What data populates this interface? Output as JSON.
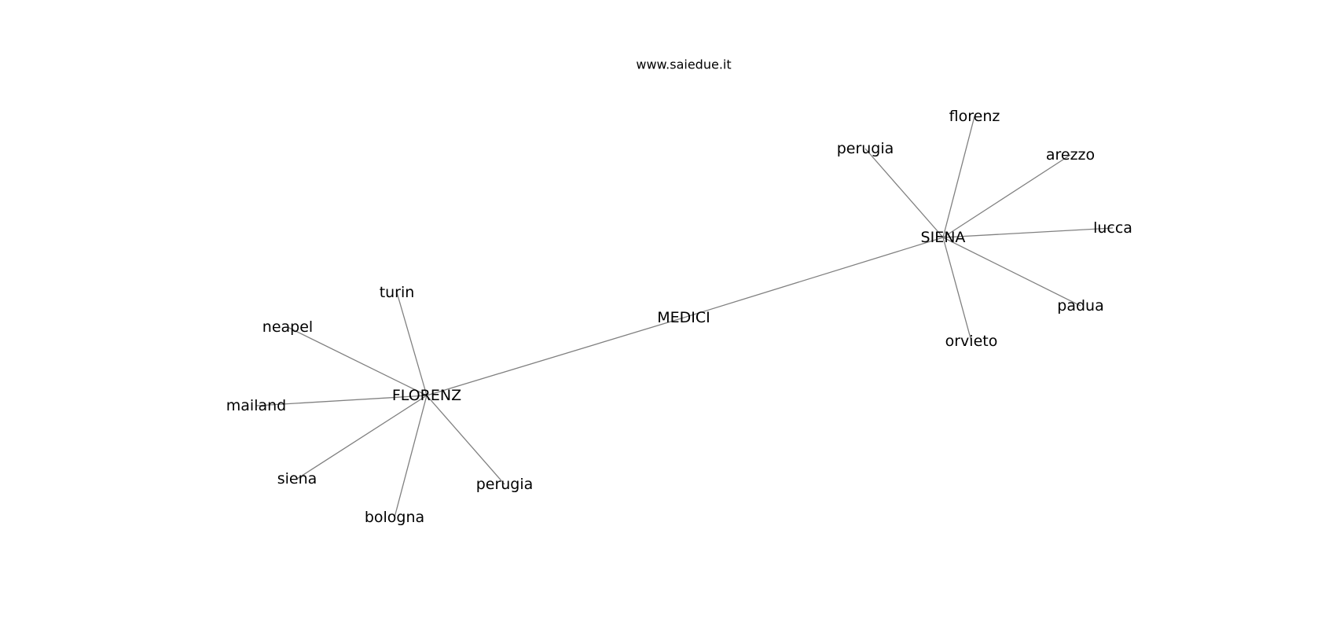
{
  "title": "www.saiedue.it",
  "colors": {
    "edge": "#808080",
    "label": "#000000",
    "background": "#ffffff"
  },
  "nodes": [
    {
      "id": "medici",
      "label": "MEDICI"
    },
    {
      "id": "florenz_hub",
      "label": "FLORENZ"
    },
    {
      "id": "siena_hub",
      "label": "SIENA"
    },
    {
      "id": "f_turin",
      "label": "turin"
    },
    {
      "id": "f_neapel",
      "label": "neapel"
    },
    {
      "id": "f_mailand",
      "label": "mailand"
    },
    {
      "id": "f_siena",
      "label": "siena"
    },
    {
      "id": "f_bologna",
      "label": "bologna"
    },
    {
      "id": "f_perugia",
      "label": "perugia"
    },
    {
      "id": "s_perugia",
      "label": "perugia"
    },
    {
      "id": "s_florenz",
      "label": "florenz"
    },
    {
      "id": "s_arezzo",
      "label": "arezzo"
    },
    {
      "id": "s_lucca",
      "label": "lucca"
    },
    {
      "id": "s_padua",
      "label": "padua"
    },
    {
      "id": "s_orvieto",
      "label": "orvieto"
    }
  ],
  "edges": [
    [
      "medici",
      "florenz_hub"
    ],
    [
      "medici",
      "siena_hub"
    ],
    [
      "florenz_hub",
      "f_turin"
    ],
    [
      "florenz_hub",
      "f_neapel"
    ],
    [
      "florenz_hub",
      "f_mailand"
    ],
    [
      "florenz_hub",
      "f_siena"
    ],
    [
      "florenz_hub",
      "f_bologna"
    ],
    [
      "florenz_hub",
      "f_perugia"
    ],
    [
      "siena_hub",
      "s_perugia"
    ],
    [
      "siena_hub",
      "s_florenz"
    ],
    [
      "siena_hub",
      "s_arezzo"
    ],
    [
      "siena_hub",
      "s_lucca"
    ],
    [
      "siena_hub",
      "s_padua"
    ],
    [
      "siena_hub",
      "s_orvieto"
    ]
  ]
}
